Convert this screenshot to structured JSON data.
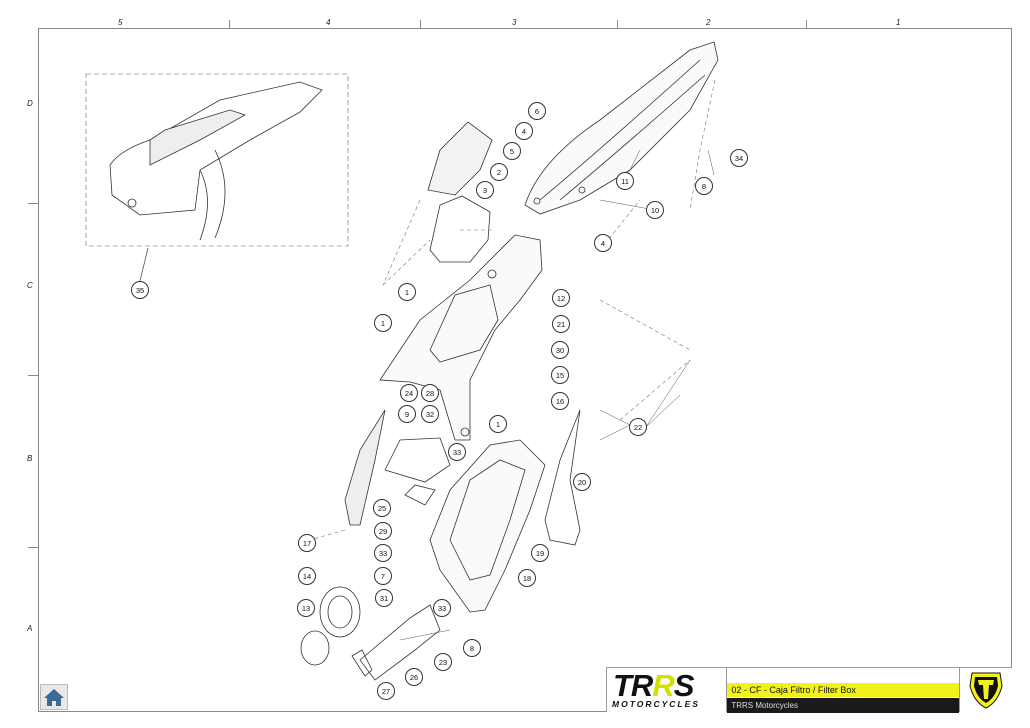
{
  "sheet": {
    "column_labels": [
      "5",
      "4",
      "3",
      "2",
      "1"
    ],
    "row_labels": [
      "D",
      "C",
      "B",
      "A"
    ]
  },
  "callouts": [
    "6",
    "4",
    "5",
    "2",
    "3",
    "34",
    "8",
    "11",
    "10",
    "4",
    "1",
    "12",
    "21",
    "1",
    "30",
    "15",
    "16",
    "24",
    "28",
    "9",
    "32",
    "1",
    "22",
    "33",
    "20",
    "25",
    "29",
    "17",
    "33",
    "19",
    "7",
    "18",
    "14",
    "31",
    "13",
    "33",
    "23",
    "8",
    "26",
    "27",
    "35"
  ],
  "title_block": {
    "brand_logo_text": "TRRS",
    "brand_logo_sub": "MOTORCYCLES",
    "drawing_title": "02 - CF - Caja Filtro / Filter Box",
    "company": "TRRS Motorcycles"
  },
  "colors": {
    "accent_yellow": "#f2f21a",
    "dark": "#1a1a1a"
  },
  "nav": {
    "home_icon": "home-icon"
  }
}
